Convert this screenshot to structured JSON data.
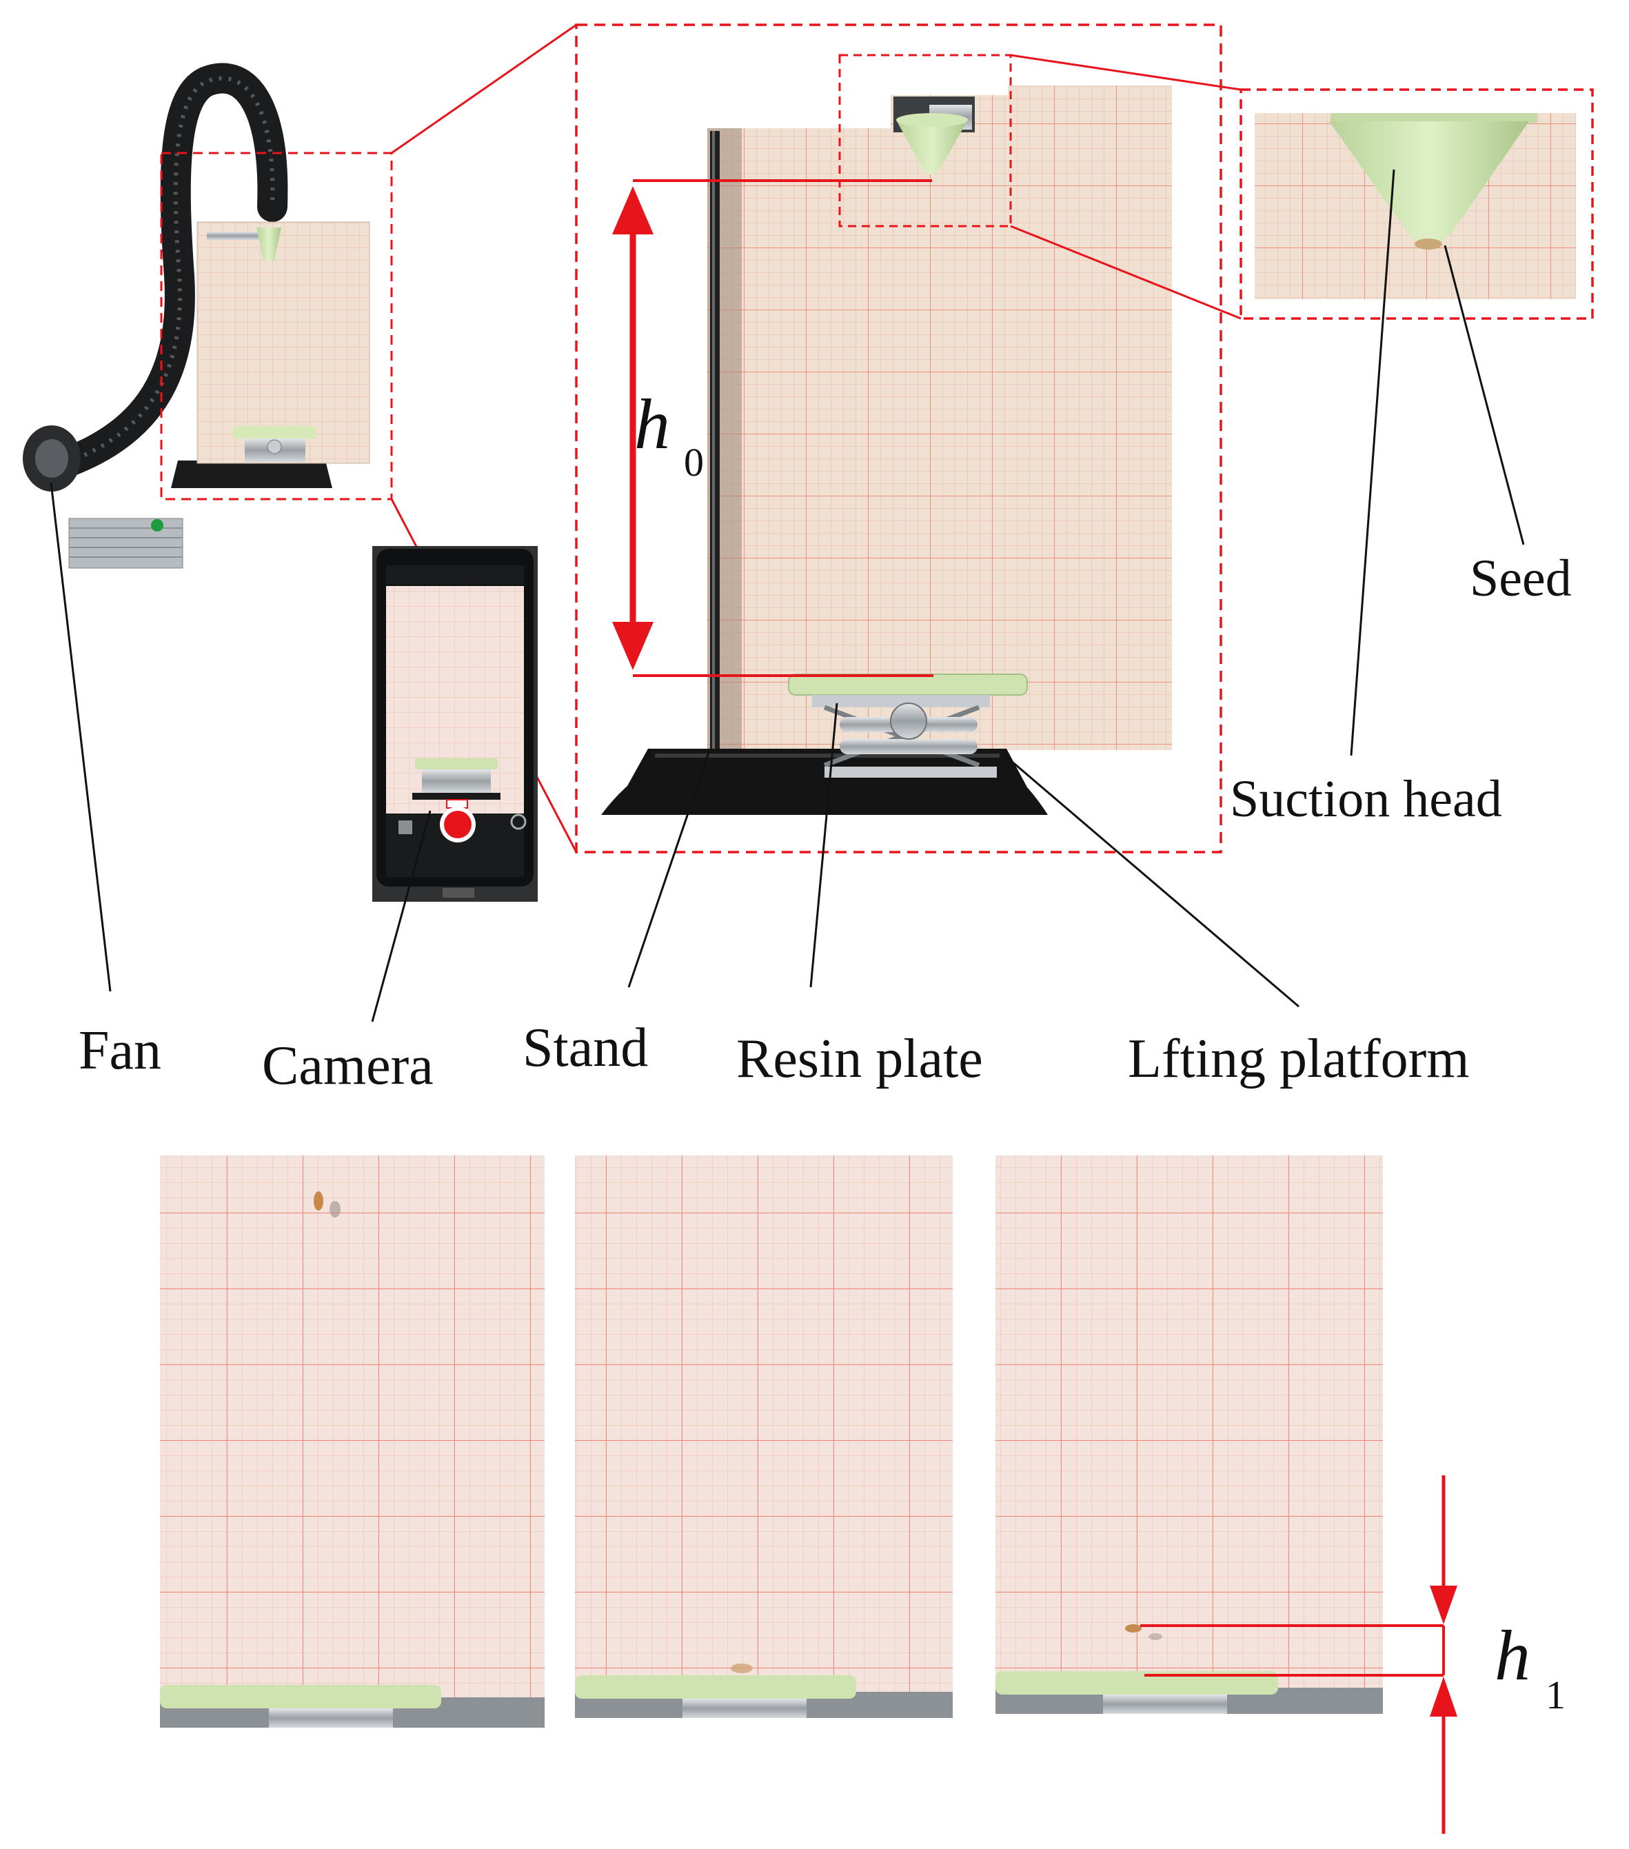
{
  "labels": {
    "fan": "Fan",
    "camera": "Camera",
    "stand": "Stand",
    "resin_plate": "Resin plate",
    "lifting_platform": "Lfting platform",
    "seed": "Seed",
    "suction_head": "Suction head"
  },
  "symbols": {
    "h0_base": "h",
    "h0_sub": "0",
    "h1_base": "h",
    "h1_sub": "1"
  },
  "colors": {
    "annotation_red": "#e8141c",
    "grid_paper": "#efe3d8",
    "grid_line": "#f08a78",
    "resin_green": "#cfe3b0",
    "stand_black": "#161616"
  }
}
